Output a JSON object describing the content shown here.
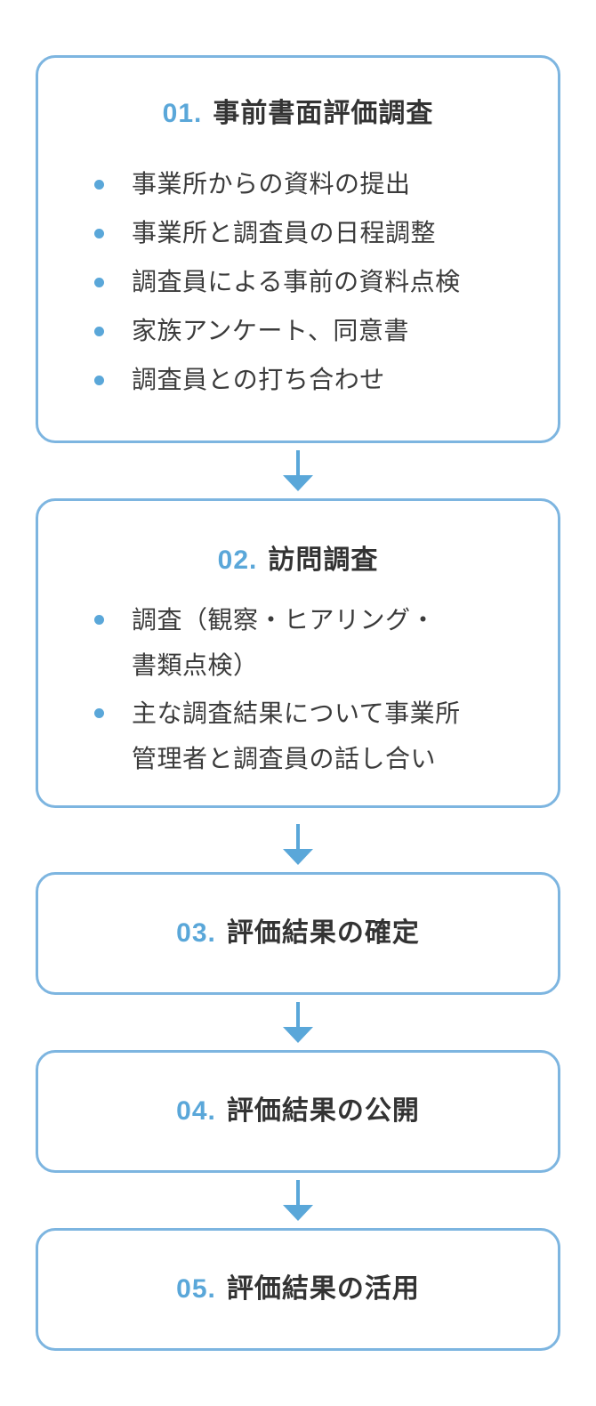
{
  "diagram_type": "vertical-flowchart",
  "colors": {
    "accent": "#5aa7d9",
    "box_border": "#7db5e0",
    "title_text": "#333333",
    "body_text": "#3b3b3b",
    "background": "#ffffff"
  },
  "steps": [
    {
      "number": "01.",
      "title": "事前書面評価調査",
      "bullets": [
        "事業所からの資料の提出",
        "事業所と調査員の日程調整",
        "調査員による事前の資料点検",
        "家族アンケート、同意書",
        "調査員との打ち合わせ"
      ]
    },
    {
      "number": "02.",
      "title": "訪問調査",
      "bullets": [
        "調査（観察・ヒアリング・\n書類点検）",
        "主な調査結果について事業所\n管理者と調査員の話し合い"
      ]
    },
    {
      "number": "03.",
      "title": "評価結果の確定",
      "bullets": []
    },
    {
      "number": "04.",
      "title": "評価結果の公開",
      "bullets": []
    },
    {
      "number": "05.",
      "title": "評価結果の活用",
      "bullets": []
    }
  ]
}
